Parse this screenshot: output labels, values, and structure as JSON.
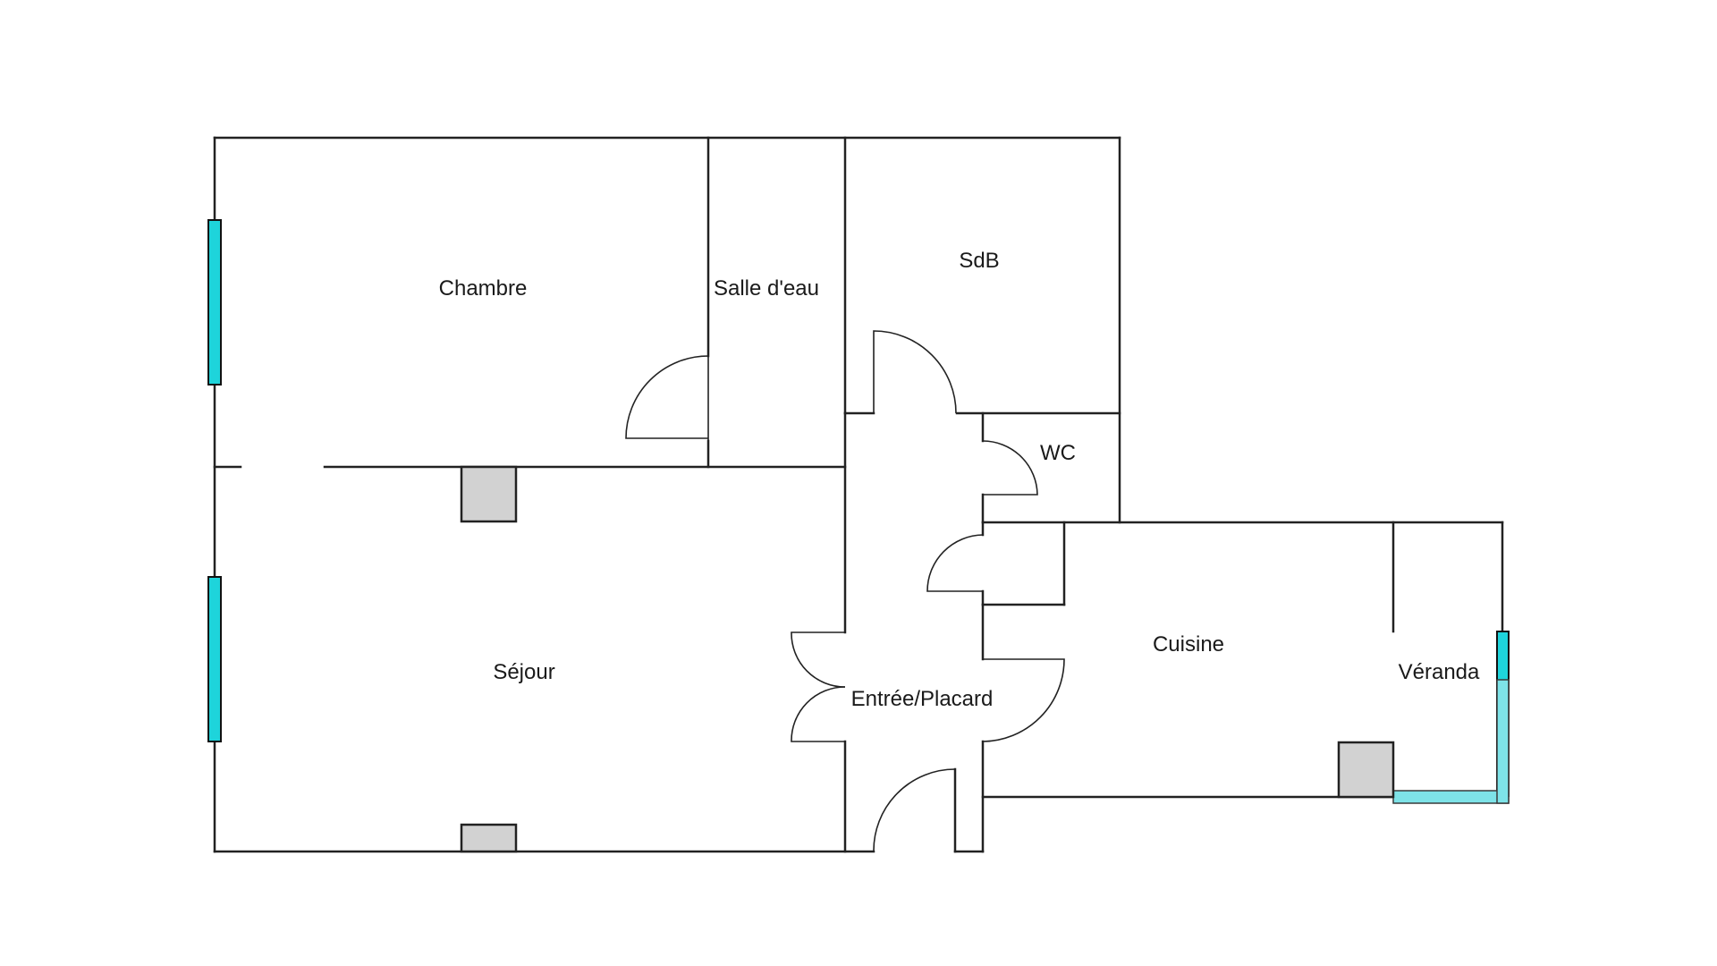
{
  "plan": {
    "rooms": [
      {
        "id": "chambre",
        "label": "Chambre"
      },
      {
        "id": "salle-deau",
        "label": "Salle d'eau"
      },
      {
        "id": "sdb",
        "label": "SdB"
      },
      {
        "id": "wc",
        "label": "WC"
      },
      {
        "id": "sejour",
        "label": "Séjour"
      },
      {
        "id": "entree-placard",
        "label": "Entrée/Placard"
      },
      {
        "id": "cuisine",
        "label": "Cuisine"
      },
      {
        "id": "veranda",
        "label": "Véranda"
      }
    ],
    "colors": {
      "wall": "#222222",
      "window": "#1ed4db",
      "veranda_glass": "#7ee3e8",
      "pillar": "#d2d2d2",
      "background": "#ffffff"
    }
  }
}
